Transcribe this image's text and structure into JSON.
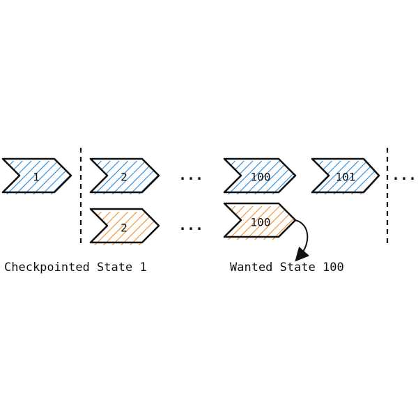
{
  "colors": {
    "blue_hatch": "#1e88e5",
    "orange_hatch": "#f28c28",
    "outline": "#111111"
  },
  "states": {
    "top_row": [
      {
        "label": "1",
        "color": "blue"
      },
      {
        "label": "2",
        "color": "blue"
      },
      {
        "label": "100",
        "color": "blue"
      },
      {
        "label": "101",
        "color": "blue"
      }
    ],
    "bottom_row": [
      {
        "label": "2",
        "color": "orange"
      },
      {
        "label": "100",
        "color": "orange"
      }
    ]
  },
  "ellipses": {
    "top_middle": "...",
    "top_right": "...",
    "bottom_middle": "..."
  },
  "captions": {
    "checkpointed": "Checkpointed State 1",
    "wanted": "Wanted State 100"
  }
}
